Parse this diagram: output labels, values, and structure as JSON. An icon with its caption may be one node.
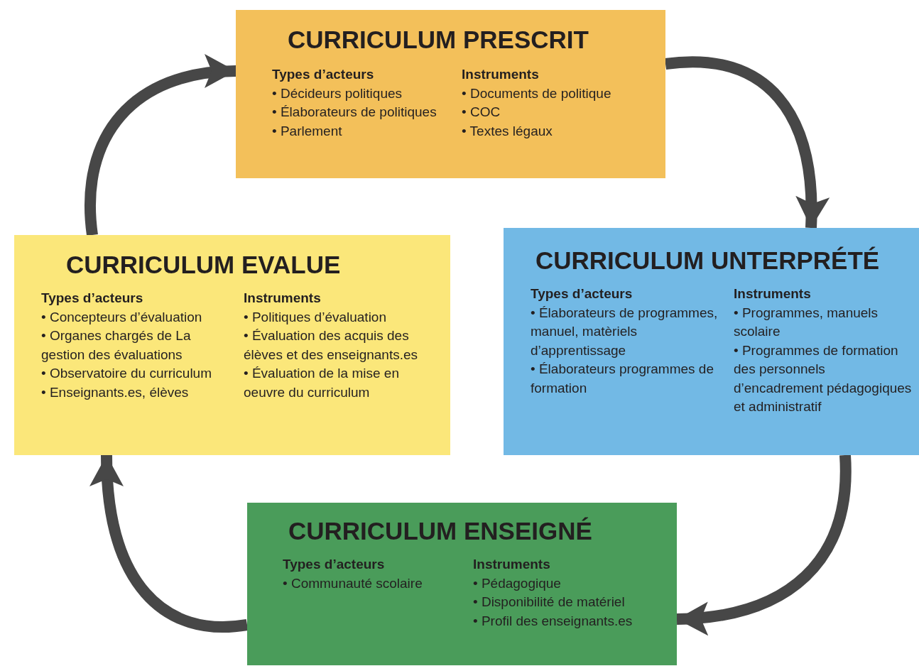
{
  "diagram": {
    "nodes": [
      {
        "text": [
          "CURRICULUM PRESCRIT",
          "Types d’acteurs",
          "• Décideurs politiques",
          "• Élaborateurs de politiques",
          "• Parlement",
          "Instruments",
          "• Documents de politique",
          "• COC",
          "• Textes légaux"
        ]
      },
      {
        "text": [
          "CURRICULUM EVALUE",
          "Types d’acteurs",
          "• Concepteurs d’évaluation",
          "• Organes chargés de La gestion des évaluations",
          "• Observatoire du curriculum",
          "• Enseignants.es, élèves",
          "Instruments",
          "• Politiques d’évaluation",
          "• Évaluation des acquis des élèves et des enseignants.es",
          "• Évaluation de la mise en oeuvre du curriculum"
        ]
      },
      {
        "text": [
          "CURRICULUM UNTERPRÉTÉ",
          "Types d’acteurs",
          "• Élaborateurs de programmes, manuel, matèriels d’apprentissage",
          "• Élaborateurs programmes de formation",
          "Instruments",
          "• Programmes, manuels scolaire",
          "• Programmes de formation des personnels d’encadrement pédagogiques et administratif"
        ]
      },
      {
        "text": [
          "CURRICULUM ENSEIGNÉ",
          "Types d’acteurs",
          "• Communauté scolaire",
          "Instruments",
          "• Pédagogique",
          "• Disponibilité de matériel",
          "• Profil des enseignants.es"
        ]
      }
    ],
    "edges": [
      {
        "from": 0,
        "to": 2,
        "arrow": "to"
      },
      {
        "from": 2,
        "to": 3,
        "arrow": "to"
      },
      {
        "from": 3,
        "to": 1,
        "arrow": "to"
      },
      {
        "from": 1,
        "to": 0,
        "arrow": "to"
      }
    ]
  }
}
